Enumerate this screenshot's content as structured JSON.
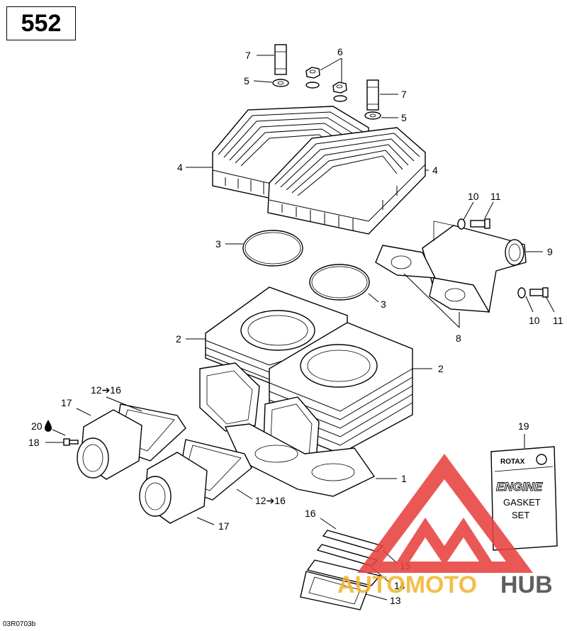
{
  "page_number": "552",
  "reference_code": "03R0703b",
  "callouts": {
    "c1": "1",
    "c2a": "2",
    "c2b": "2",
    "c3a": "3",
    "c3b": "3",
    "c4a": "4",
    "c4b": "4",
    "c5a": "5",
    "c5b": "5",
    "c6": "6",
    "c7a": "7",
    "c7b": "7",
    "c8": "8",
    "c9": "9",
    "c10a": "10",
    "c10b": "10",
    "c11a": "11",
    "c11b": "11",
    "c12a": "12➔16",
    "c12b": "12➔16",
    "c13": "13",
    "c14": "14",
    "c15": "15",
    "c16": "16",
    "c17a": "17",
    "c17b": "17",
    "c18": "18",
    "c19": "19",
    "c20": "20"
  },
  "gasket_kit": {
    "brand": "ROTAX",
    "line1": "ENGINE",
    "line2": "GASKET",
    "line3": "SET"
  },
  "watermark": {
    "part1": "AUTOMOTO",
    "part2": "HUB",
    "color_red": "#e8413f",
    "color_yellow": "#f2b632",
    "color_dark": "#4a4a4a"
  }
}
